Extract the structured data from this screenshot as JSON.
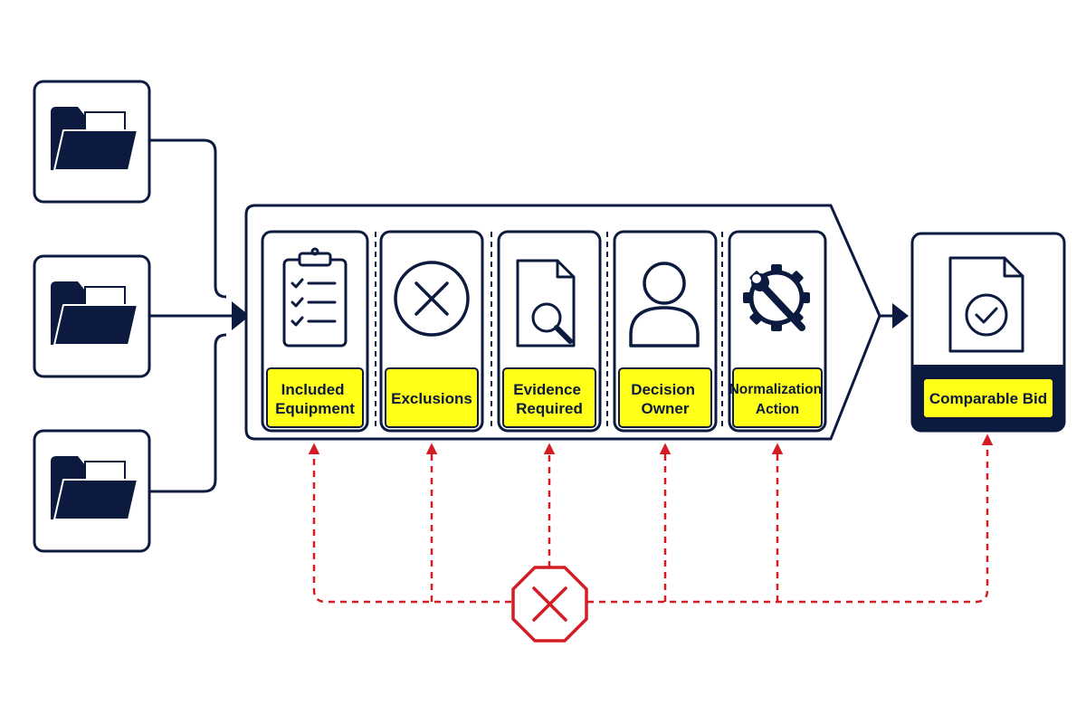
{
  "diagram": {
    "colors": {
      "navy": "#0b1a3e",
      "highlight": "#ffff17",
      "alert": "#d31c24",
      "background": "#ffffff"
    },
    "sources": [
      {
        "icon": "folder-icon"
      },
      {
        "icon": "folder-icon"
      },
      {
        "icon": "folder-icon"
      }
    ],
    "stages": [
      {
        "icon": "clipboard-checklist-icon",
        "label_lines": [
          "Included",
          "Equipment"
        ]
      },
      {
        "icon": "circle-x-icon",
        "label_lines": [
          "Exclusions"
        ]
      },
      {
        "icon": "document-search-icon",
        "label_lines": [
          "Evidence",
          "Required"
        ]
      },
      {
        "icon": "user-icon",
        "label_lines": [
          "Decision",
          "Owner"
        ]
      },
      {
        "icon": "gear-wrench-icon",
        "label_lines": [
          "Normalization",
          "Action"
        ]
      }
    ],
    "output": {
      "icon": "document-check-icon",
      "label": "Comparable Bid"
    },
    "blocker": {
      "icon": "stop-octagon-x-icon"
    }
  }
}
